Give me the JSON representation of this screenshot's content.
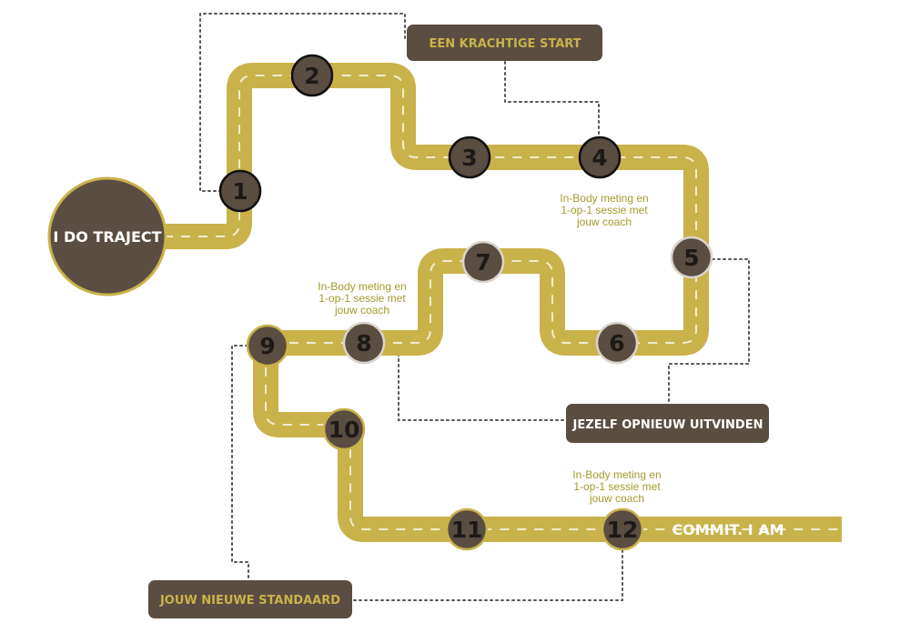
{
  "start_label": "I DO TRAJECT",
  "end_label": "COMMIT. I AM",
  "colors": {
    "road": "#c9b24a",
    "dark": "#5a4d41",
    "gold_text": "#c9b24a",
    "olive_note": "#a39a2c",
    "sign_text": "#ffffff"
  },
  "milestones": [
    {
      "number": "1"
    },
    {
      "number": "2"
    },
    {
      "number": "3"
    },
    {
      "number": "4"
    },
    {
      "number": "5"
    },
    {
      "number": "6"
    },
    {
      "number": "7"
    },
    {
      "number": "8"
    },
    {
      "number": "9"
    },
    {
      "number": "10"
    },
    {
      "number": "11"
    },
    {
      "number": "12"
    }
  ],
  "phases": {
    "phase1": "EEN KRACHTIGE START",
    "phase2": "JEZELF OPNIEUW UITVINDEN",
    "phase3": "JOUW NIEUWE STANDAARD"
  },
  "notes": {
    "note_a": [
      "In-Body meting en",
      "1-op-1 sessie met",
      "jouw coach"
    ],
    "note_b": [
      "In-Body meting en",
      "1-op-1 sessie met",
      "jouw coach"
    ],
    "note_c": [
      "In-Body meting en",
      "1-op-1 sessie met",
      "jouw coach"
    ]
  }
}
